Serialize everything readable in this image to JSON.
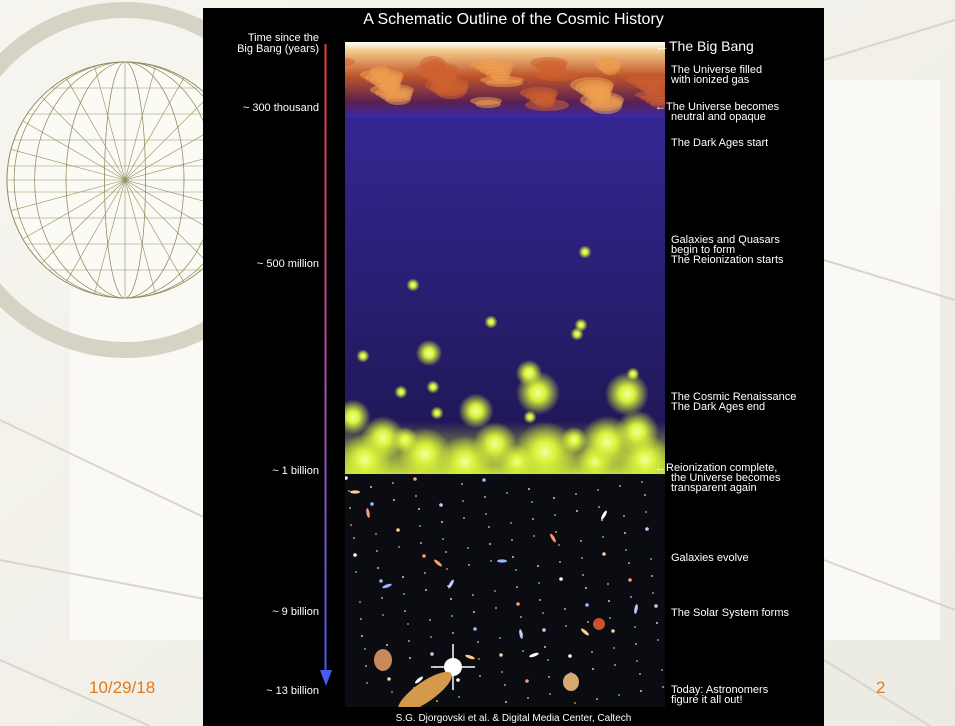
{
  "slide": {
    "date": "10/29/18",
    "page_number": "2"
  },
  "diagram": {
    "title": "A Schematic Outline of the Cosmic History",
    "axis_header_line1": "Time since the",
    "axis_header_line2": "Big Bang (years)",
    "time_ticks": [
      {
        "label": "~ 300 thousand"
      },
      {
        "label": "~ 500 million"
      },
      {
        "label": "~ 1 billion"
      },
      {
        "label": "~ 9 billion"
      },
      {
        "label": "~ 13 billion"
      }
    ],
    "events": [
      {
        "line1": "←The Big Bang",
        "line2": "",
        "line3": ""
      },
      {
        "line1": "The Universe filled",
        "line2": "with ionized gas",
        "line3": ""
      },
      {
        "line1": "←The Universe becomes",
        "line2": "neutral and opaque",
        "line3": ""
      },
      {
        "line1": "The Dark Ages start",
        "line2": "",
        "line3": ""
      },
      {
        "line1": "Galaxies and Quasars",
        "line2": "begin to form",
        "line3": "The Reionization starts"
      },
      {
        "line1": "The Cosmic Renaissance",
        "line2": "The Dark Ages end",
        "line3": ""
      },
      {
        "line1": "←Reionization complete,",
        "line2": "the Universe becomes",
        "line3": "transparent again"
      },
      {
        "line1": "Galaxies evolve",
        "line2": "",
        "line3": ""
      },
      {
        "line1": "The Solar System forms",
        "line2": "",
        "line3": ""
      },
      {
        "line1": "Today: Astronomers",
        "line2": "figure it all out!",
        "line3": ""
      }
    ],
    "credit": "S.G. Djorgovski et al. & Digital Media Center, Caltech"
  },
  "colors": {
    "accent": "#e07a1a",
    "arrow_top": "#e8403a",
    "arrow_bottom": "#4a5cf0",
    "glow": "#d8f23a"
  }
}
